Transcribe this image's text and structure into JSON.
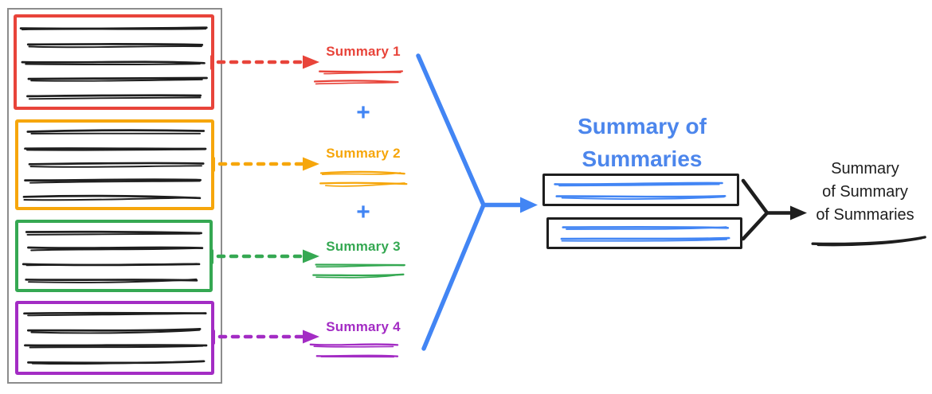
{
  "palette": {
    "red": "#E8443A",
    "orange": "#F6A60B",
    "green": "#35A852",
    "purple": "#A32CC4",
    "blue": "#4285F4",
    "blue-heading": "#4C86EC",
    "ink": "#1E1E1E",
    "frame-gray": "#8C8C8C"
  },
  "source_documents": {
    "boxes": [
      {
        "name": "document-1",
        "accent": "#E8443A",
        "text_lines": 5
      },
      {
        "name": "document-2",
        "accent": "#F6A60B",
        "text_lines": 5
      },
      {
        "name": "document-3",
        "accent": "#35A852",
        "text_lines": 4
      },
      {
        "name": "document-4",
        "accent": "#A32CC4",
        "text_lines": 4
      }
    ]
  },
  "summaries": [
    {
      "label": "Summary 1",
      "color": "#E8443A"
    },
    {
      "label": "Summary 2",
      "color": "#F6A60B"
    },
    {
      "label": "Summary 3",
      "color": "#35A852"
    },
    {
      "label": "Summary 4",
      "color": "#A32CC4"
    }
  ],
  "operators": {
    "plus": "+"
  },
  "summary_of_summaries": {
    "title_line1": "Summary of",
    "title_line2": "Summaries",
    "color": "#4C86EC",
    "box_count": 2,
    "text_lines_per_box": 2
  },
  "final_summary": {
    "line1": "Summary",
    "line2": "of Summary",
    "line3": "of Summaries",
    "color": "#1E1E1E"
  }
}
